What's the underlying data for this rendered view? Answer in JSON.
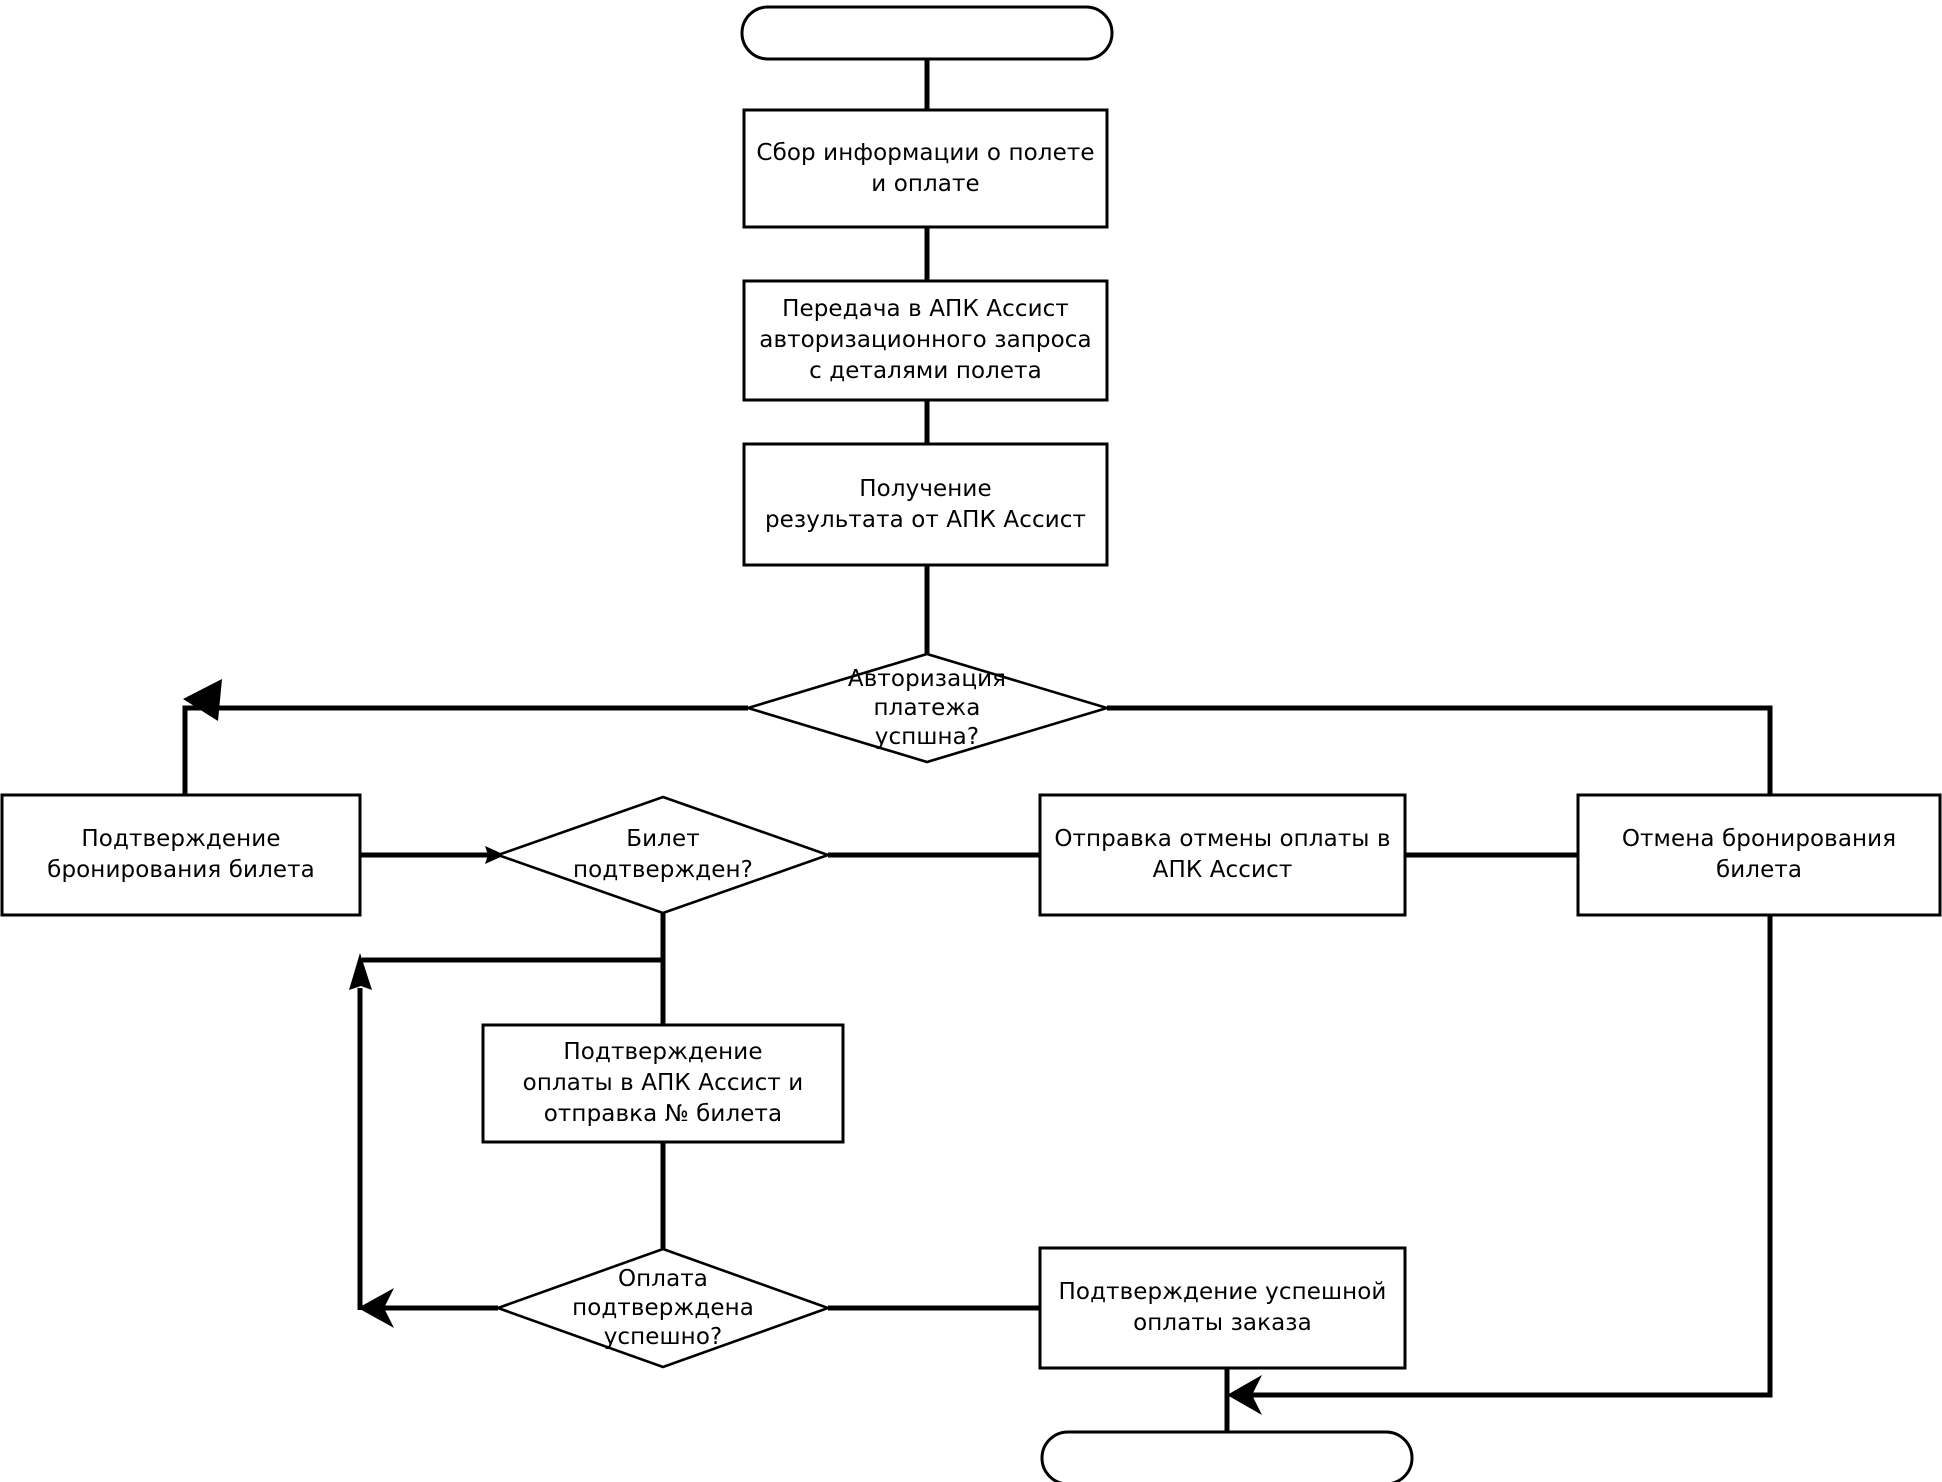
{
  "diagram": {
    "title": "Процесс оплаты и бронирования билета",
    "type": "flowchart",
    "background_color": "#ffffff",
    "stroke_color": "#000000",
    "fill_color": "#ffffff"
  },
  "nodes": {
    "start": {
      "label": "",
      "shape": "terminator"
    },
    "collect_info": {
      "label": "Сбор информации о полете\nи оплате",
      "shape": "process"
    },
    "send_auth": {
      "label": "Передача в АПК Ассист\nавторизационного запроса\nс деталями полета",
      "shape": "process"
    },
    "get_result": {
      "label": "Получение\nрезультата от АПК Ассист",
      "shape": "process"
    },
    "auth_ok": {
      "label": "Авторизация\nплатежа\nуспшна?",
      "shape": "decision"
    },
    "confirm_booking": {
      "label": "Подтверждение\nбронирования билета",
      "shape": "process"
    },
    "ticket_confirmed": {
      "label": "Билет\nподтвержден?",
      "shape": "decision"
    },
    "send_cancel": {
      "label": "Отправка отмены оплаты в\nАПК Ассист",
      "shape": "process"
    },
    "cancel_booking": {
      "label": "Отмена бронирования\nбилета",
      "shape": "process"
    },
    "confirm_payment": {
      "label": "Подтверждение\nоплаты в АПК Ассист и\nотправка № билета",
      "shape": "process"
    },
    "payment_confirmed": {
      "label": "Оплата\nподтверждена\nуспешно?",
      "shape": "decision"
    },
    "confirm_success": {
      "label": "Подтверждение успешной\nоплаты заказа",
      "shape": "process"
    },
    "end": {
      "label": "",
      "shape": "terminator"
    }
  },
  "edges": [
    {
      "from": "start",
      "to": "collect_info",
      "label": ""
    },
    {
      "from": "collect_info",
      "to": "send_auth",
      "label": ""
    },
    {
      "from": "send_auth",
      "to": "get_result",
      "label": ""
    },
    {
      "from": "get_result",
      "to": "auth_ok",
      "label": ""
    },
    {
      "from": "auth_ok",
      "to": "confirm_booking",
      "label": ""
    },
    {
      "from": "auth_ok",
      "to": "cancel_booking",
      "label": ""
    },
    {
      "from": "confirm_booking",
      "to": "ticket_confirmed",
      "label": ""
    },
    {
      "from": "ticket_confirmed",
      "to": "send_cancel",
      "label": ""
    },
    {
      "from": "ticket_confirmed",
      "to": "confirm_payment",
      "label": ""
    },
    {
      "from": "send_cancel",
      "to": "cancel_booking",
      "label": ""
    },
    {
      "from": "confirm_payment",
      "to": "payment_confirmed",
      "label": ""
    },
    {
      "from": "payment_confirmed",
      "to": "confirm_success",
      "label": ""
    },
    {
      "from": "payment_confirmed",
      "to": "confirm_booking",
      "label": ""
    },
    {
      "from": "confirm_success",
      "to": "end",
      "label": ""
    },
    {
      "from": "cancel_booking",
      "to": "end",
      "label": ""
    }
  ]
}
